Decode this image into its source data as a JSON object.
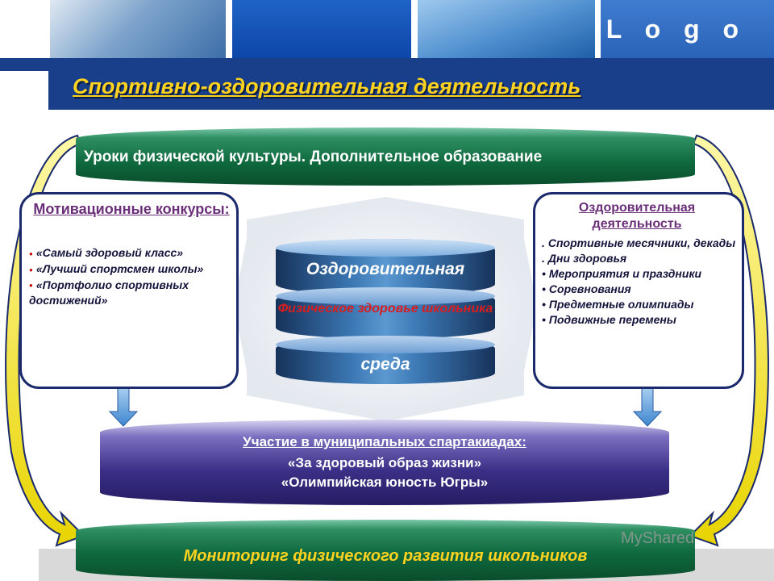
{
  "header": {
    "logo": "L o g o",
    "title": "Спортивно-оздоровительная деятельность"
  },
  "top_band": {
    "text": "Уроки физической культуры.  Дополнительное образование"
  },
  "left_box": {
    "title": "Мотивационные конкурсы:",
    "items": [
      "«Самый здоровый класс»",
      "«Лучший спортсмен школы»",
      "«Портфолио спортивных достижений»"
    ]
  },
  "right_box": {
    "title": "Оздоровительная деятельность",
    "items": [
      "Спортивные месячники, декады",
      "Дни здоровья",
      "Мероприятия и праздники",
      "Соревнования",
      "Предметные олимпиады",
      "Подвижные перемены"
    ],
    "markers": [
      ".",
      ".",
      "•",
      "•",
      "•",
      "•"
    ]
  },
  "cylinder": {
    "top": "Оздоровительная",
    "middle": "Физическое здоровье школьника",
    "bottom": "среда"
  },
  "middle_band": {
    "line1": "Участие в муниципальных спартакиадах:",
    "line2": "«За здоровый образ жизни»",
    "line3": "«Олимпийская юность Югры»"
  },
  "bottom_band": {
    "text": "Мониторинг физического развития школьников"
  },
  "watermark": "MyShared",
  "colors": {
    "navy": "#1a3f8a",
    "title_yellow": "#ffd21f",
    "green_band": "#0f6a3e",
    "purple_band": "#3a2f86",
    "box_title": "#6b2f7a",
    "red_text": "#d81e1e",
    "arrow_yellow": "#f2e21a",
    "arrow_blue": "#5b9bd5"
  }
}
